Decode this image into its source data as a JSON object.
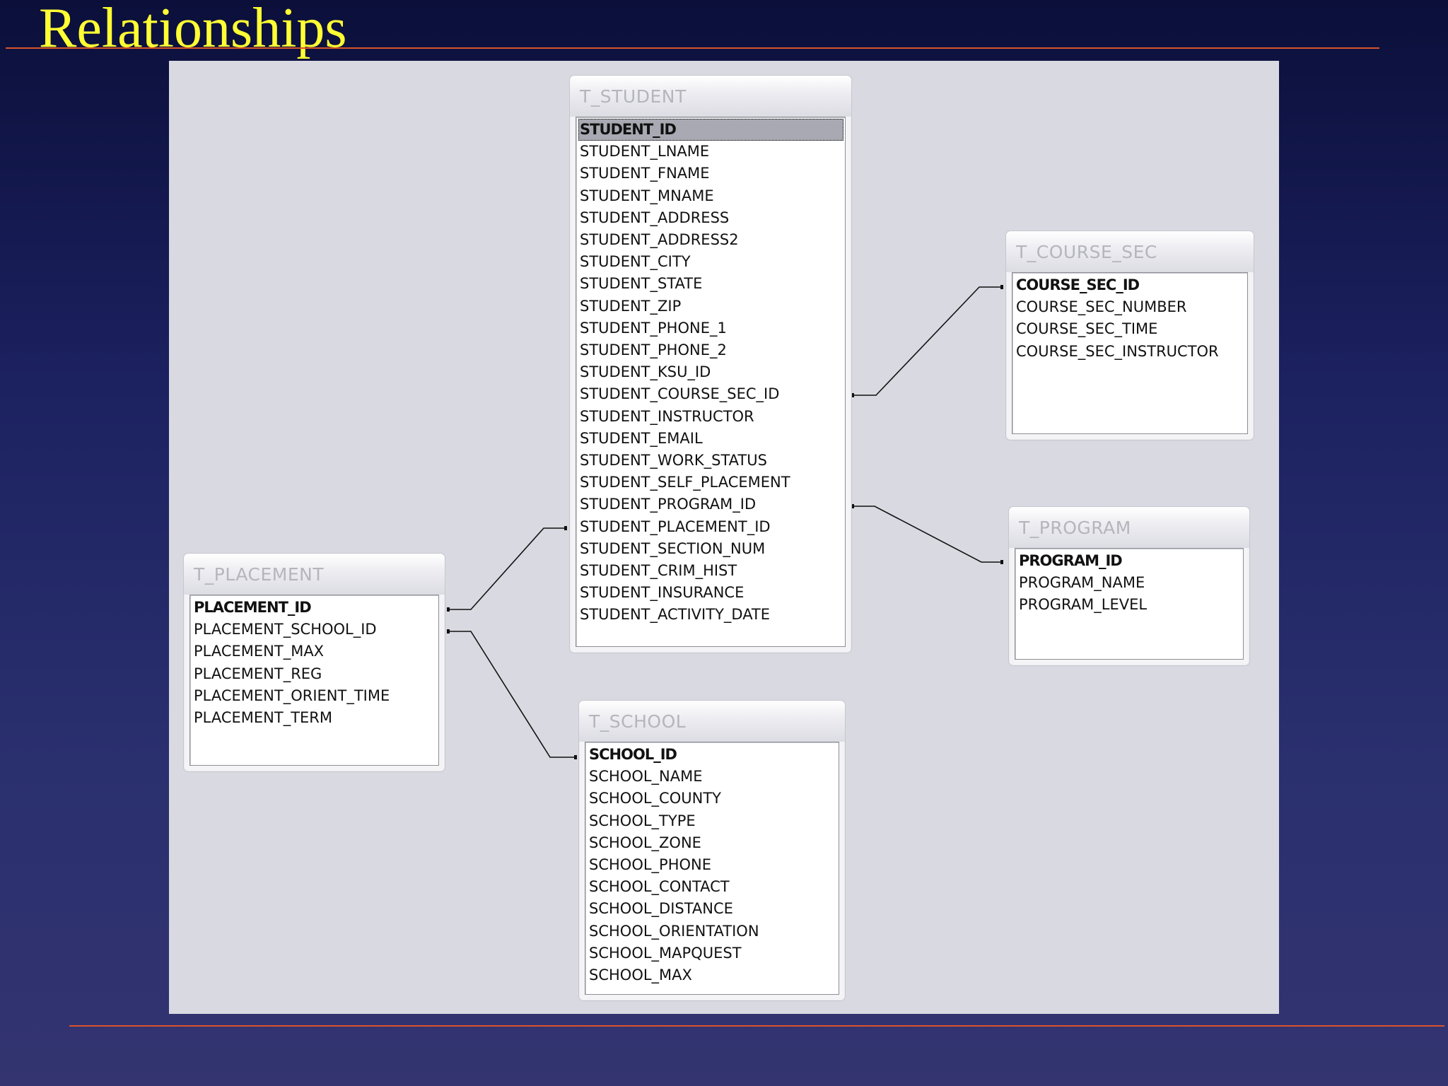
{
  "slide": {
    "title": "Relationships"
  },
  "tables": {
    "student": {
      "name": "T_STUDENT",
      "fields": [
        "STUDENT_ID",
        "STUDENT_LNAME",
        "STUDENT_FNAME",
        "STUDENT_MNAME",
        "STUDENT_ADDRESS",
        "STUDENT_ADDRESS2",
        "STUDENT_CITY",
        "STUDENT_STATE",
        "STUDENT_ZIP",
        "STUDENT_PHONE_1",
        "STUDENT_PHONE_2",
        "STUDENT_KSU_ID",
        "STUDENT_COURSE_SEC_ID",
        "STUDENT_INSTRUCTOR",
        "STUDENT_EMAIL",
        "STUDENT_WORK_STATUS",
        "STUDENT_SELF_PLACEMENT",
        "STUDENT_PROGRAM_ID",
        "STUDENT_PLACEMENT_ID",
        "STUDENT_SECTION_NUM",
        "STUDENT_CRIM_HIST",
        "STUDENT_INSURANCE",
        "STUDENT_ACTIVITY_DATE"
      ]
    },
    "course_sec": {
      "name": "T_COURSE_SEC",
      "fields": [
        "COURSE_SEC_ID",
        "COURSE_SEC_NUMBER",
        "COURSE_SEC_TIME",
        "COURSE_SEC_INSTRUCTOR"
      ]
    },
    "program": {
      "name": "T_PROGRAM",
      "fields": [
        "PROGRAM_ID",
        "PROGRAM_NAME",
        "PROGRAM_LEVEL"
      ]
    },
    "placement": {
      "name": "T_PLACEMENT",
      "fields": [
        "PLACEMENT_ID",
        "PLACEMENT_SCHOOL_ID",
        "PLACEMENT_MAX",
        "PLACEMENT_REG",
        "PLACEMENT_ORIENT_TIME",
        "PLACEMENT_TERM"
      ]
    },
    "school": {
      "name": "T_SCHOOL",
      "fields": [
        "SCHOOL_ID",
        "SCHOOL_NAME",
        "SCHOOL_COUNTY",
        "SCHOOL_TYPE",
        "SCHOOL_ZONE",
        "SCHOOL_PHONE",
        "SCHOOL_CONTACT",
        "SCHOOL_DISTANCE",
        "SCHOOL_ORIENTATION",
        "SCHOOL_MAPQUEST",
        "SCHOOL_MAX"
      ]
    }
  },
  "relationships": [
    {
      "from": "T_STUDENT.STUDENT_COURSE_SEC_ID",
      "to": "T_COURSE_SEC.COURSE_SEC_ID"
    },
    {
      "from": "T_STUDENT.STUDENT_PROGRAM_ID",
      "to": "T_PROGRAM.PROGRAM_ID"
    },
    {
      "from": "T_PLACEMENT.PLACEMENT_ID",
      "to": "T_STUDENT.STUDENT_PLACEMENT_ID"
    },
    {
      "from": "T_PLACEMENT.PLACEMENT_SCHOOL_ID",
      "to": "T_SCHOOL.SCHOOL_ID"
    }
  ]
}
